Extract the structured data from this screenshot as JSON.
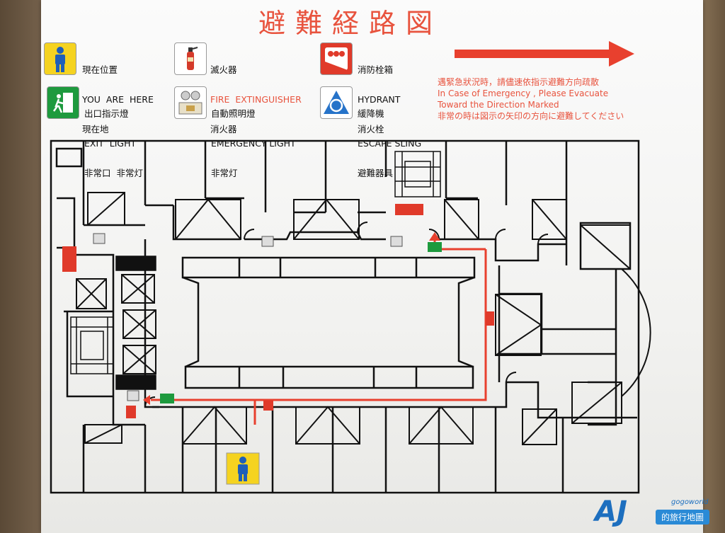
{
  "title": "避難経路図",
  "legend": {
    "you_are_here": {
      "icon": "person-icon",
      "zh": "現在位置",
      "en": "YOU  ARE  HERE",
      "ja": "現在地",
      "color": "#f5d320"
    },
    "fire_extinguisher": {
      "icon": "fire-extinguisher-icon",
      "zh": "滅火器",
      "en": "FIRE  EXTINGUISHER",
      "ja": "消火器"
    },
    "hydrant": {
      "icon": "hydrant-icon",
      "zh": "消防栓箱",
      "en": "HYDRANT",
      "ja": "消火栓",
      "color": "#e03a2a"
    },
    "exit_light": {
      "icon": "exit-sign-icon",
      "zh": "出口指示燈",
      "en": "EXIT  LIGHT",
      "ja": "非常口  非常灯",
      "color": "#1e9a3e"
    },
    "emergency_light": {
      "icon": "emergency-light-icon",
      "zh": "自動照明燈",
      "en": "EMERGENCY LIGHT",
      "ja": "非常灯"
    },
    "escape_sling": {
      "icon": "escape-sling-icon",
      "zh": "緩降機",
      "en": "ESCAPE SLING",
      "ja": "避難器具",
      "color": "#2673c9"
    }
  },
  "notice": {
    "zh": "遇緊急狀況時，請儘速依指示避難方向疏散",
    "en1": "In Case of Emergency ,  Please Evacuate",
    "en2": "Toward  the  Direction Marked",
    "ja": "非常の時は図示の矢印の方向に避難してください"
  },
  "colors": {
    "route": "#e8402e",
    "wall": "#111111",
    "accent": "#e8533e"
  },
  "watermark": {
    "brand": "AJ",
    "site": "gogoworld",
    "caption": "的旅行地圖"
  }
}
